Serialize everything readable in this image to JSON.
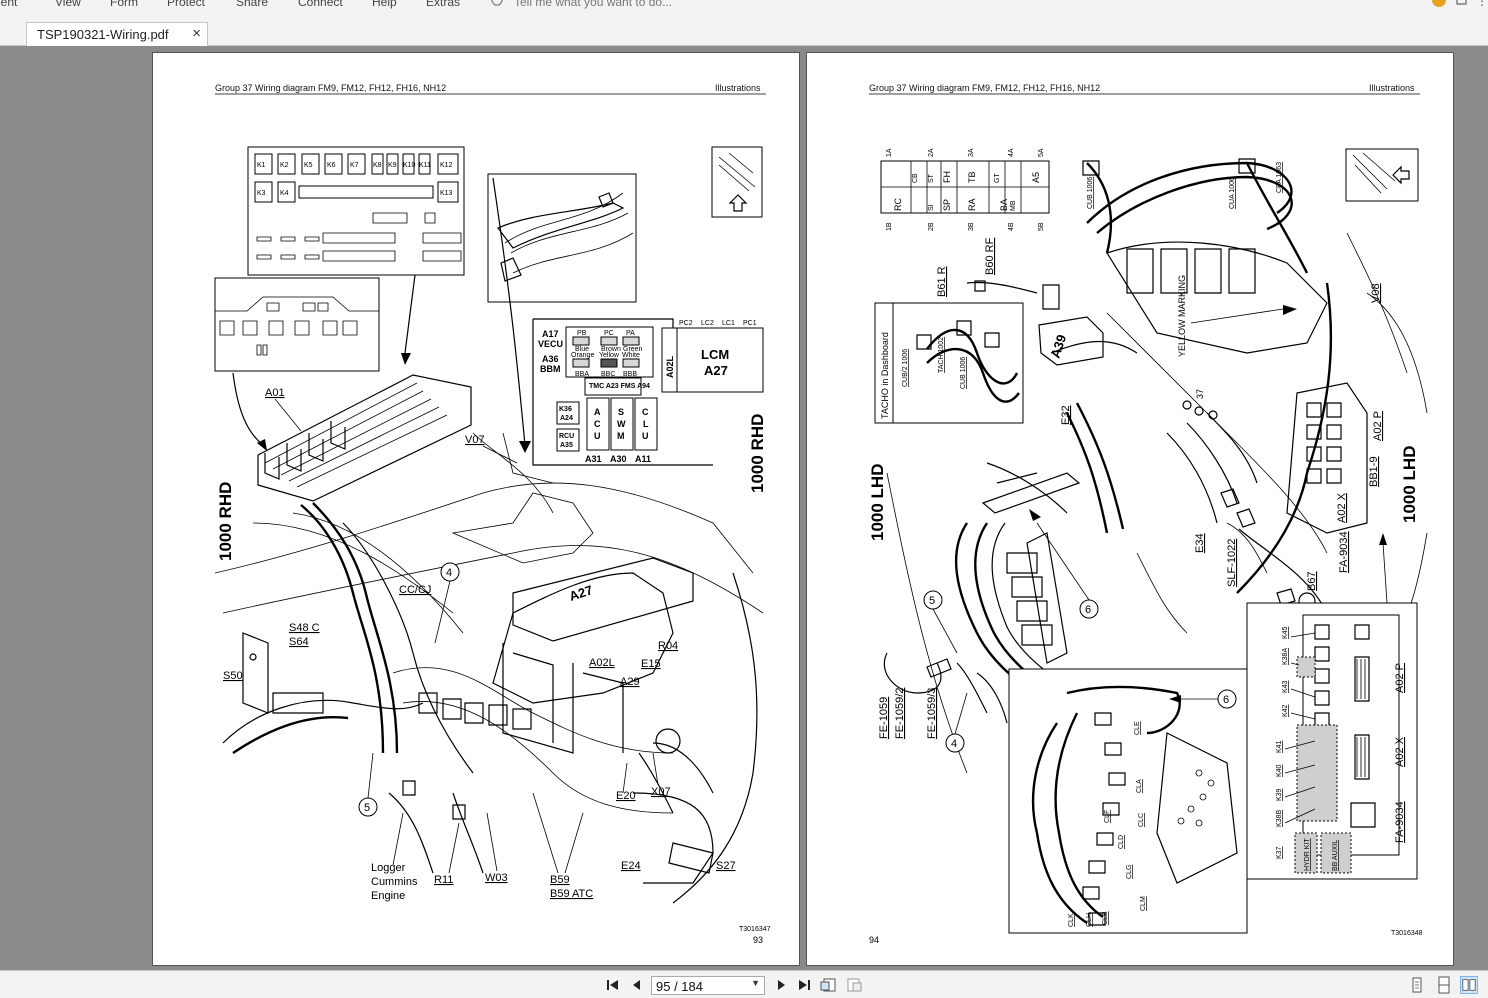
{
  "menu": {
    "items": [
      "nent",
      "View",
      "Form",
      "Protect",
      "Share",
      "Connect",
      "Help",
      "Extras"
    ],
    "tell_me": "Tell me what you want to do..."
  },
  "tab": {
    "title": "TSP190321-Wiring.pdf",
    "close": "×"
  },
  "page_left": {
    "header_left": "Group 37 Wiring diagram FM9, FM12, FH12, FH16, NH12",
    "header_right": "Illustrations",
    "side_rhd_bottom": "1000 RHD",
    "side_rhd_top": "1000 RHD",
    "relay_labels": [
      "K1",
      "K2",
      "K5",
      "K6",
      "K7",
      "K8",
      "K9",
      "K10",
      "K11",
      "K12",
      "K3",
      "K4",
      "K13"
    ],
    "a01": "A01",
    "v07": "V07",
    "ecu": {
      "a17": "A17",
      "vecu": "VECU",
      "a36": "A36",
      "bbm": "BBM",
      "pb": "PB",
      "pc": "PC",
      "pa": "PA",
      "blue": "Blue",
      "brown": "Brown",
      "green": "Green",
      "orange": "Orange",
      "yellow": "Yellow",
      "white": "White",
      "bba": "BBA",
      "bbc": "BBC",
      "bbb": "BBB",
      "tmc_fms": "TMC A23 FMS A94",
      "k36": "K36",
      "a24": "A24",
      "rcu": "RCU",
      "a35": "A35",
      "acu": "ACU",
      "sww": "SWM",
      "clu": "CLU",
      "a31": "A31",
      "a30": "A30",
      "a11": "A11",
      "a02l": "A02L",
      "lcm": "LCM",
      "a27": "A27",
      "pc2": "PC2",
      "lc2": "LC2",
      "lc1": "LC1",
      "pc1": "PC1"
    },
    "callouts": {
      "cc_cj": "CC/CJ",
      "s48c": "S48 C",
      "s64": "S64",
      "s50": "S50",
      "a27": "A27",
      "a02l": "A02L",
      "r04": "R04",
      "e15": "E15",
      "a29": "A29",
      "e20": "E20",
      "x07": "X07",
      "e24": "E24",
      "s27": "S27",
      "logger": "Logger",
      "cummins": "Cummins",
      "engine": "Engine",
      "r11": "R11",
      "w03": "W03",
      "b59": "B59",
      "b59atc": "B59 ATC",
      "n4": "4",
      "n5": "5"
    },
    "footer_code": "T3016347",
    "page_number": "93"
  },
  "page_right": {
    "header_left": "Group 37 Wiring diagram FM9, FM12, FH12, FH16, NH12",
    "header_right": "Illustrations",
    "side_lhd_left": "1000 LHD",
    "side_lhd_right": "1000 LHD",
    "fuse_top": [
      "1A",
      "2A",
      "3A",
      "4A",
      "5A"
    ],
    "fuse_row1": [
      "CB",
      "ST",
      "FH",
      "TB",
      "GT",
      "A5"
    ],
    "fuse_row2": [
      "RC",
      "SI",
      "SP",
      "RA",
      "BA",
      "MB"
    ],
    "fuse_bottom": [
      "1B",
      "2B",
      "3B",
      "4B",
      "5B"
    ],
    "labels": {
      "b61r": "B61 R",
      "b60rf": "B60 RF",
      "cub": "CUB 1006",
      "cua": "CUA 1006",
      "cpa": "CPA 1063",
      "v08": "V08",
      "yellow": "YELLOW MARKING",
      "tacho": "TACHO in Dashboard",
      "tach": "TACH 1002",
      "cub2": "CUB 1006",
      "cub2b": "CUB/2 1006",
      "a39": "A39",
      "e32": "E32",
      "e34": "E34",
      "slf": "SLF-1022",
      "b67": "B67",
      "fa9034": "FA-9034",
      "a02x": "A02 X",
      "bb19": "BB1-9",
      "a02p": "A02 P",
      "n37": "37",
      "fe1059": "FE-1059",
      "fe10592": "FE-1059/2",
      "fe10593": "FE-1059/3",
      "n4": "4",
      "n5": "5",
      "n6": "6",
      "k45": "K45",
      "k38a": "K38A",
      "k43": "K43",
      "k42": "K42",
      "k41": "K41",
      "k40": "K40",
      "k39": "K39",
      "k38b": "K38B",
      "k37": "K37",
      "a02p2": "A02 P",
      "a02x2": "A02 X",
      "fa9034b": "FA-9034",
      "hydr": "HYDR KIT",
      "bb": "BB AUXIL",
      "cle": "CLE",
      "cla": "CLA",
      "clc": "CLC",
      "clf": "CLF",
      "cld": "CLD",
      "clg": "CLG",
      "clm": "CLM",
      "clb": "CLB",
      "clh": "CLH",
      "clk": "CLK"
    },
    "footer_code": "T3016348",
    "page_number": "94"
  },
  "status": {
    "page_display": "95 / 184"
  }
}
